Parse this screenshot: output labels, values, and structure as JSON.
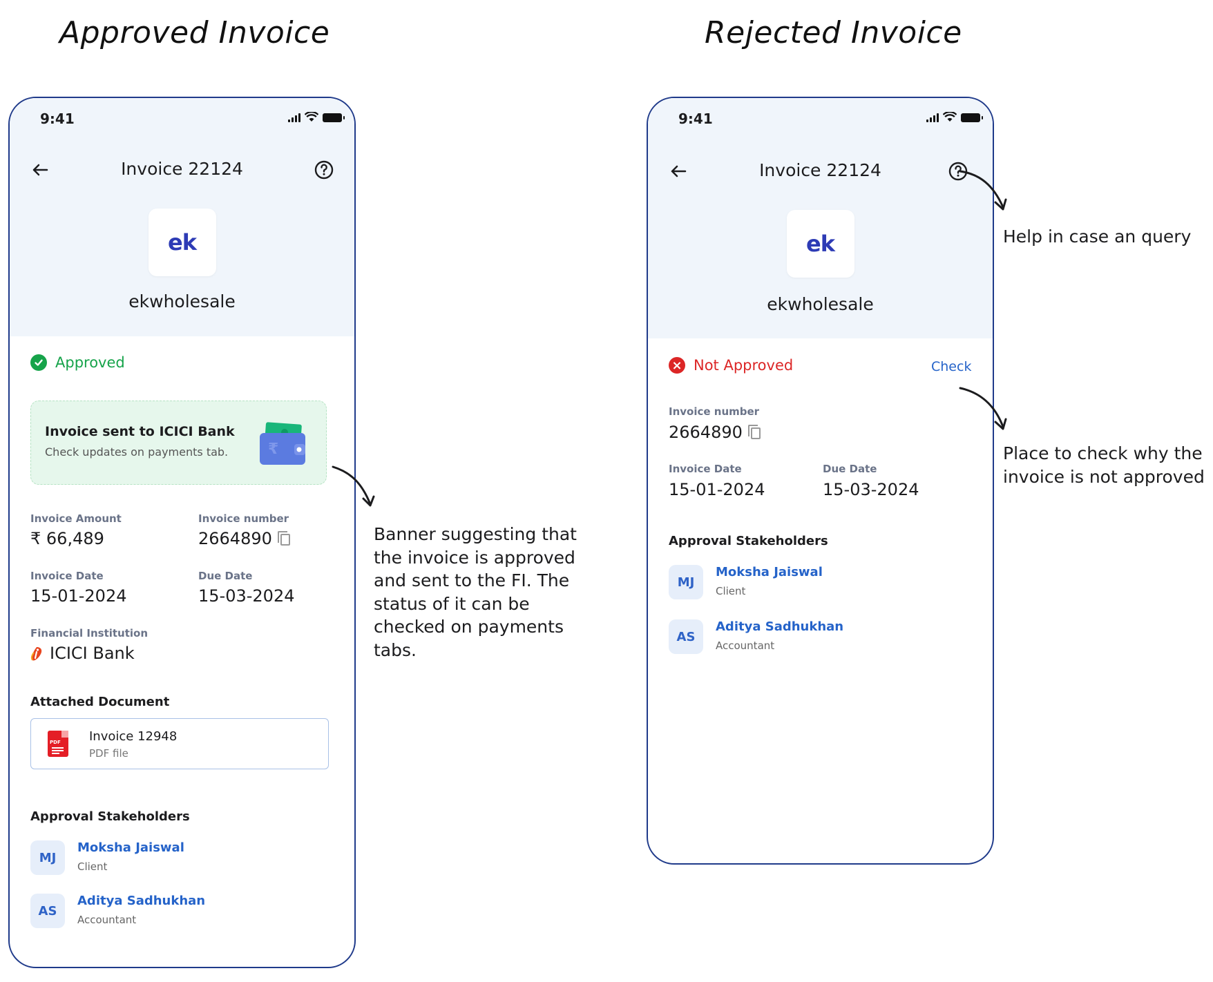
{
  "headings": {
    "approved": "Approved Invoice",
    "rejected": "Rejected Invoice"
  },
  "approved_screen": {
    "status_time": "9:41",
    "title": "Invoice 22124",
    "logo_text": "ek",
    "company": "ekwholesale",
    "status": "Approved",
    "status_color": "#16a34a",
    "banner": {
      "title": "Invoice sent to ICICI Bank",
      "subtitle": "Check updates on payments tab."
    },
    "fields": {
      "amount_label": "Invoice Amount",
      "amount_value": "₹ 66,489",
      "number_label": "Invoice number",
      "number_value": "2664890",
      "date_label": "Invoice Date",
      "date_value": "15-01-2024",
      "due_label": "Due Date",
      "due_value": "15-03-2024",
      "fi_label": "Financial Institution",
      "fi_value": "ICICI Bank"
    },
    "attached_title": "Attached Document",
    "document": {
      "name": "Invoice 12948",
      "type": "PDF file",
      "icon_text": "PDF"
    },
    "stakeholders_title": "Approval Stakeholders",
    "stakeholders": [
      {
        "initials": "MJ",
        "name": "Moksha Jaiswal",
        "role": "Client"
      },
      {
        "initials": "AS",
        "name": "Aditya Sadhukhan",
        "role": "Accountant"
      }
    ]
  },
  "rejected_screen": {
    "status_time": "9:41",
    "title": "Invoice 22124",
    "logo_text": "ek",
    "company": "ekwholesale",
    "status": "Not Approved",
    "status_color": "#dc2626",
    "status_icon": "×",
    "check_label": "Check",
    "fields": {
      "number_label": "Invoice number",
      "number_value": "2664890",
      "date_label": "Invoice Date",
      "date_value": "15-01-2024",
      "due_label": "Due Date",
      "due_value": "15-03-2024"
    },
    "stakeholders_title": "Approval Stakeholders",
    "stakeholders": [
      {
        "initials": "MJ",
        "name": "Moksha Jaiswal",
        "role": "Client"
      },
      {
        "initials": "AS",
        "name": "Aditya Sadhukhan",
        "role": "Accountant"
      }
    ]
  },
  "annotations": {
    "banner_note": [
      "Banner suggesting that",
      "the invoice is approved",
      "and sent to the FI. The",
      "status of it can be",
      "checked on payments",
      "tabs."
    ],
    "help_note": "Help in case an query",
    "check_note": [
      "Place to check why the",
      "invoice is not approved"
    ]
  },
  "colors": {
    "phone_border": "#1f3a8a",
    "header_bg": "#f0f5fb",
    "link_blue": "#2563c9"
  }
}
